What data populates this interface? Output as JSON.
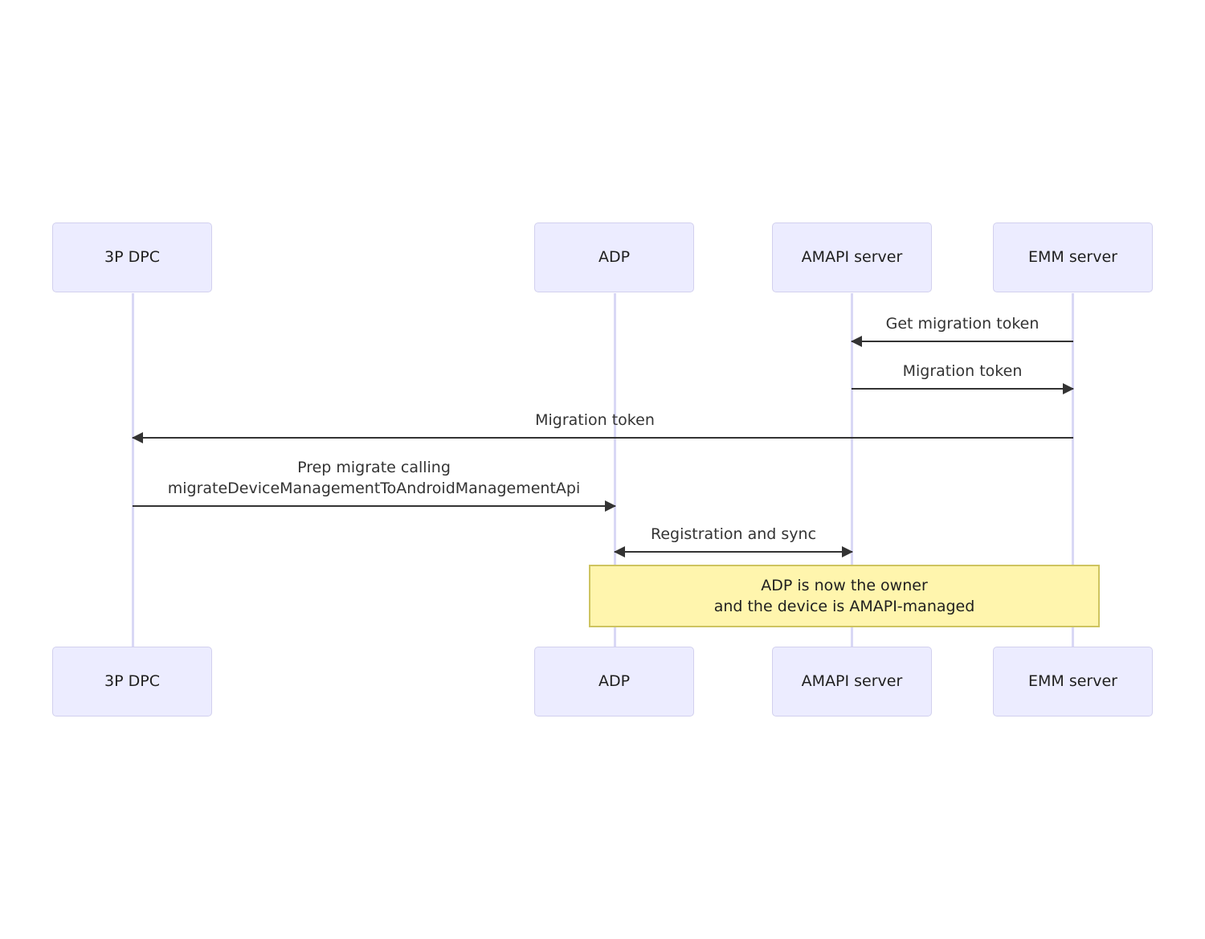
{
  "diagram": {
    "type": "sequence-diagram",
    "title": "",
    "background_color": "#ffffff",
    "participant_fill": "#ececff",
    "participant_border": "#d2d0ee",
    "lifeline_color": "#d9d8f5",
    "arrow_color": "#333333",
    "note_fill": "#fff5ad",
    "note_border": "#cec45f"
  },
  "participants": [
    {
      "id": "dpc",
      "label": "3P DPC"
    },
    {
      "id": "adp",
      "label": "ADP"
    },
    {
      "id": "amapi",
      "label": "AMAPI server"
    },
    {
      "id": "emm",
      "label": "EMM server"
    }
  ],
  "participants_bottom": [
    {
      "id": "dpc",
      "label": "3P DPC"
    },
    {
      "id": "adp",
      "label": "ADP"
    },
    {
      "id": "amapi",
      "label": "AMAPI server"
    },
    {
      "id": "emm",
      "label": "EMM server"
    }
  ],
  "messages": [
    {
      "index": 1,
      "label": "Get migration token",
      "from": "EMM server",
      "to": "AMAPI server",
      "direction": "left"
    },
    {
      "index": 2,
      "label": "Migration token",
      "from": "AMAPI server",
      "to": "EMM server",
      "direction": "right"
    },
    {
      "index": 3,
      "label": "Migration token",
      "from": "EMM server",
      "to": "3P DPC",
      "direction": "left"
    },
    {
      "index": 4,
      "label": "Prep migrate calling\nmigrateDeviceManagementToAndroidManagementApi",
      "from": "3P DPC",
      "to": "ADP",
      "direction": "right"
    },
    {
      "index": 5,
      "label": "Registration and sync",
      "from": "ADP",
      "to": "AMAPI server",
      "direction": "both"
    }
  ],
  "note": {
    "text": "ADP is now the owner\nand the device is AMAPI-managed",
    "spans": "ADP to EMM server"
  }
}
